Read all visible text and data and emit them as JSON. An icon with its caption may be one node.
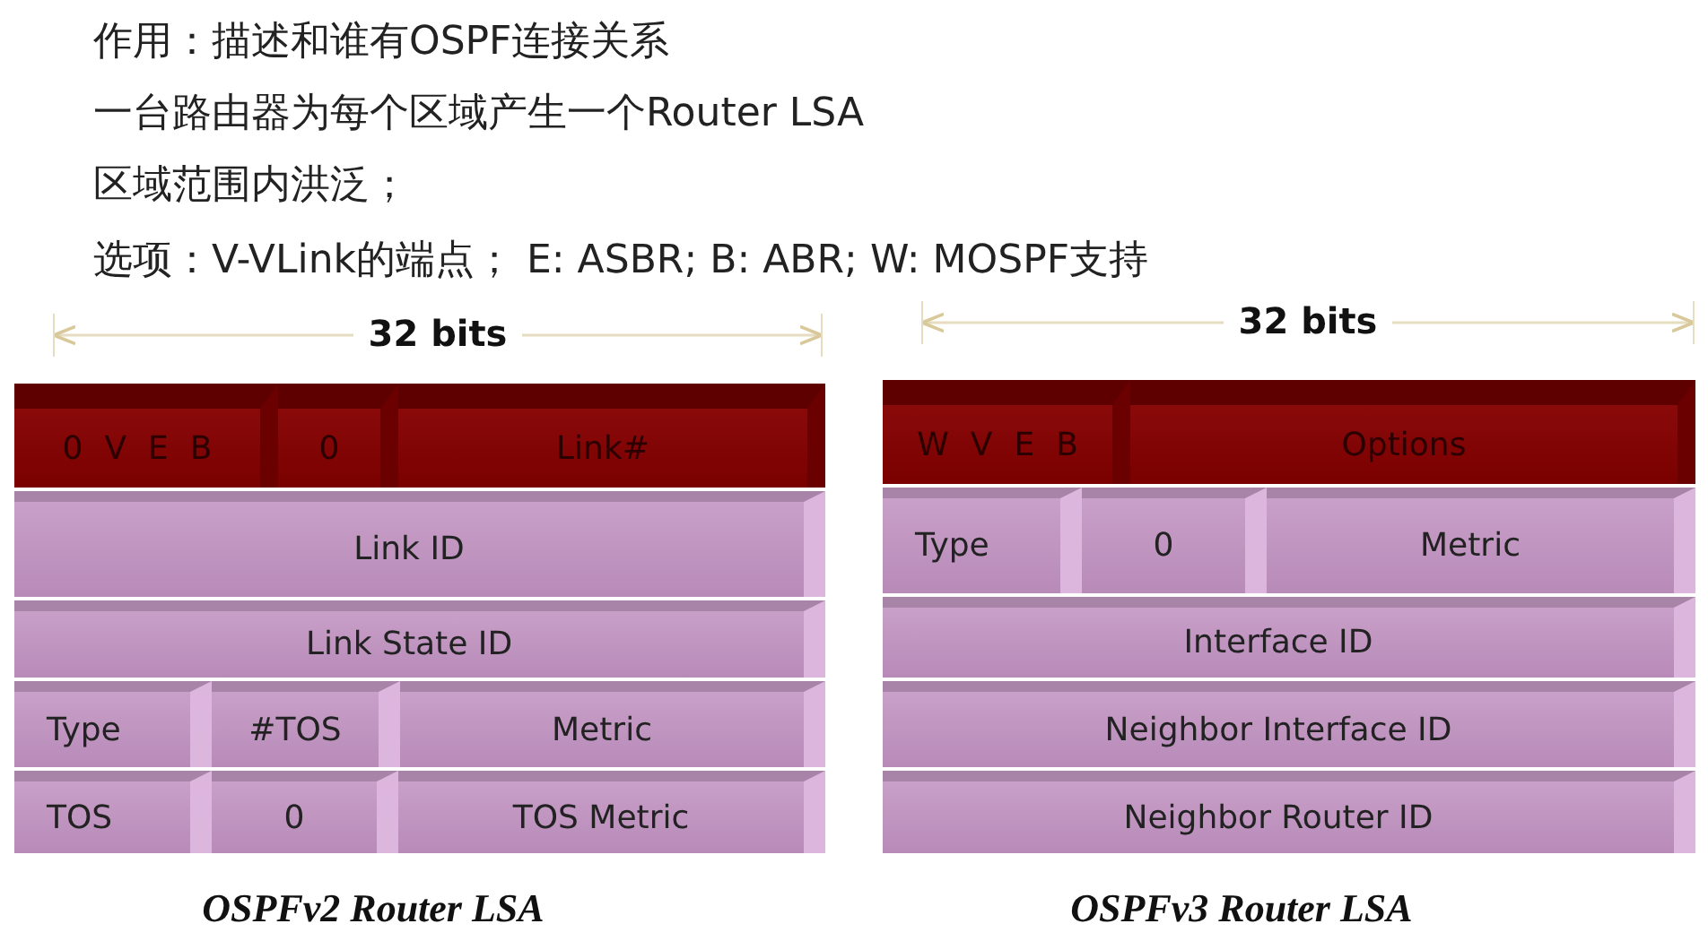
{
  "diagram": {
    "nodes": [
      {
        "text": [
          "0",
          "V",
          "E",
          "B"
        ]
      },
      {
        "text": [
          "0"
        ]
      },
      {
        "text": [
          "Link#"
        ]
      },
      {
        "text": [
          "Link ID"
        ]
      },
      {
        "text": [
          "Link State ID"
        ]
      },
      {
        "text": [
          "Type"
        ]
      },
      {
        "text": [
          "#TOS"
        ]
      },
      {
        "text": [
          "Metric"
        ]
      },
      {
        "text": [
          "TOS"
        ]
      },
      {
        "text": [
          "0"
        ]
      },
      {
        "text": [
          "TOS Metric"
        ]
      },
      {
        "text": [
          "W",
          "V",
          "E",
          "B"
        ]
      },
      {
        "text": [
          "Options"
        ]
      },
      {
        "text": [
          "Type"
        ]
      },
      {
        "text": [
          "0"
        ]
      },
      {
        "text": [
          "Metric"
        ]
      },
      {
        "text": [
          "Interface ID"
        ]
      },
      {
        "text": [
          "Neighbor Interface ID"
        ]
      },
      {
        "text": [
          "Neighbor Router ID"
        ]
      }
    ],
    "labels": [
      "作用：描述和谁有OSPF连接关系",
      "一台路由器为每个区域产生一个Router LSA",
      "区域范围内洪泛；",
      "选项：V-VLink的端点； E: ASBR; B: ABR; W: MOSPF支持",
      "32 bits",
      "32 bits",
      "OSPFv2 Router LSA",
      "OSPFv3 Router LSA"
    ]
  }
}
